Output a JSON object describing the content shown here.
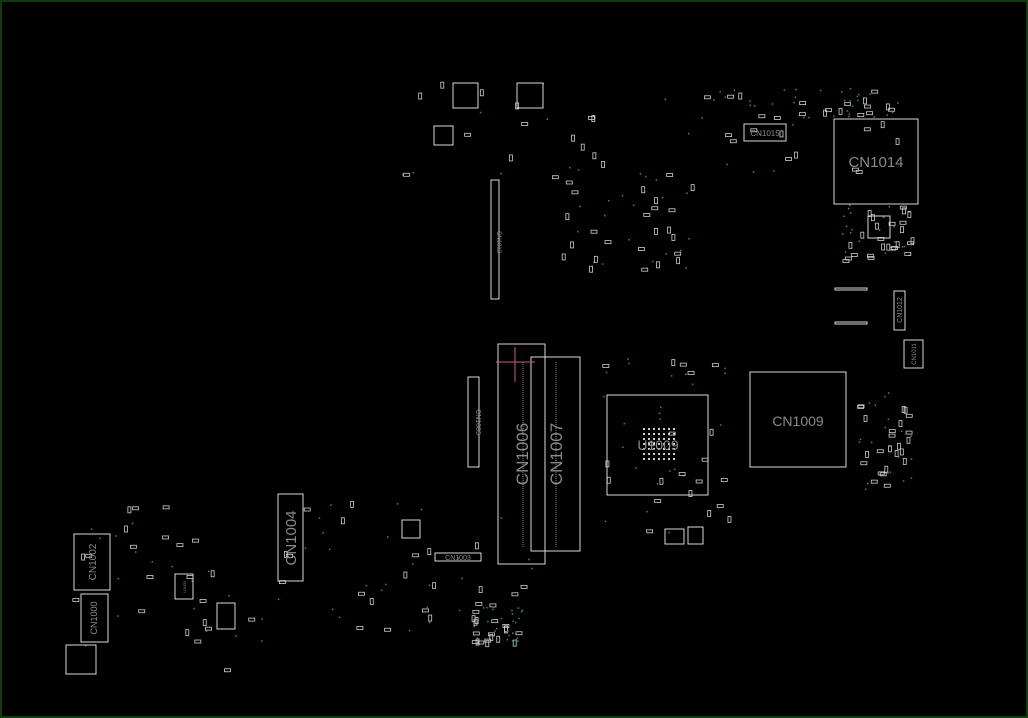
{
  "board": {
    "labels": {
      "cn1014": "CN1014",
      "cn1015": "CN1015",
      "cn1012": "CN1012",
      "cn1011": "CN1011",
      "cn1013": "CN1013",
      "cn1005": "CN1005",
      "cn1006": "CN1006",
      "cn1007": "CN1007",
      "cn1003": "CN1003",
      "cn1004": "CN1004",
      "cn1002": "CN1002",
      "cn1000": "CN1000",
      "u1009": "U1009",
      "cn1009": "CN1009",
      "u1003": "U1003"
    },
    "colors": {
      "outline": "#d8d8d8",
      "label": "#8a8a8a",
      "via": "#2f8f7a",
      "marker": "#c06080",
      "border": "#0d3d0d"
    }
  }
}
